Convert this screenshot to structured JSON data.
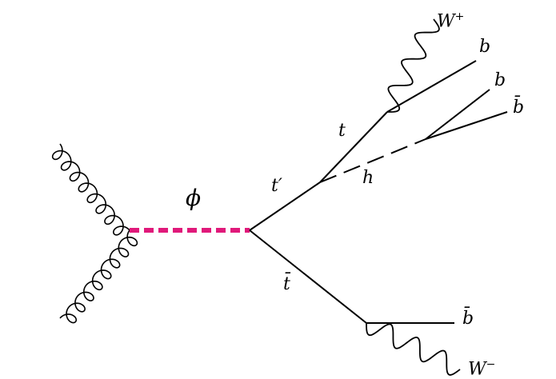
{
  "labels": {
    "phi": "ϕ",
    "t_prime": "t′",
    "t": "t",
    "t_bar": "t̄",
    "h": "h",
    "w_plus_base": "W",
    "w_plus_sup": "+",
    "w_minus_base": "W",
    "w_minus_sup": "−",
    "b_top": "b",
    "b_mid": "b",
    "b_bar_right": "b̄",
    "b_bar_bottom": "b̄"
  },
  "colors": {
    "scalar_mediator": "#e0197a",
    "line": "#000000"
  }
}
